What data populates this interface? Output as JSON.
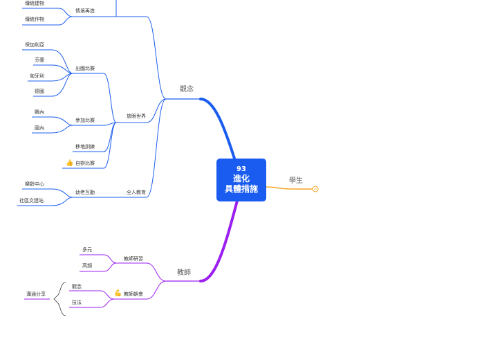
{
  "root": {
    "line1": "93",
    "line2": "進化",
    "line3": "具體措施"
  },
  "branches": {
    "concept": {
      "label": "觀念",
      "scene": {
        "label": "情境再造",
        "children": [
          "傳統建物",
          "傳統作物"
        ]
      },
      "world": {
        "label": "放眼世界",
        "abroad": {
          "label": "出國比賽",
          "children": [
            "保加利亞",
            "芬蘭",
            "匈牙利",
            "德國"
          ]
        },
        "join": {
          "label": "參加比賽",
          "children": [
            "縣內",
            "國內"
          ]
        },
        "training": "移地訓練",
        "self": "自辦比賽"
      },
      "whole": {
        "label": "全人教育",
        "elder": {
          "label": "幼老互動",
          "children": [
            "樂齡中心",
            "社區文建站"
          ]
        }
      }
    },
    "student": {
      "label": "學生"
    },
    "teacher": {
      "label": "教師",
      "study": {
        "label": "教師研習",
        "children": [
          "多元",
          "高頻"
        ]
      },
      "meeting": {
        "label": "教師朝會",
        "children": [
          "觀念",
          "技法"
        ]
      },
      "share": "溝通分享"
    }
  },
  "colors": {
    "root": "#1a5cf0",
    "concept": "#1a5cf0",
    "teacher": "#9b1ff0",
    "student": "#f5a623"
  },
  "icons": {
    "self_competition": "thumbs-up-icon",
    "teacher_meeting": "flexed-arm-icon",
    "student_collapse": "collapse-icon"
  }
}
